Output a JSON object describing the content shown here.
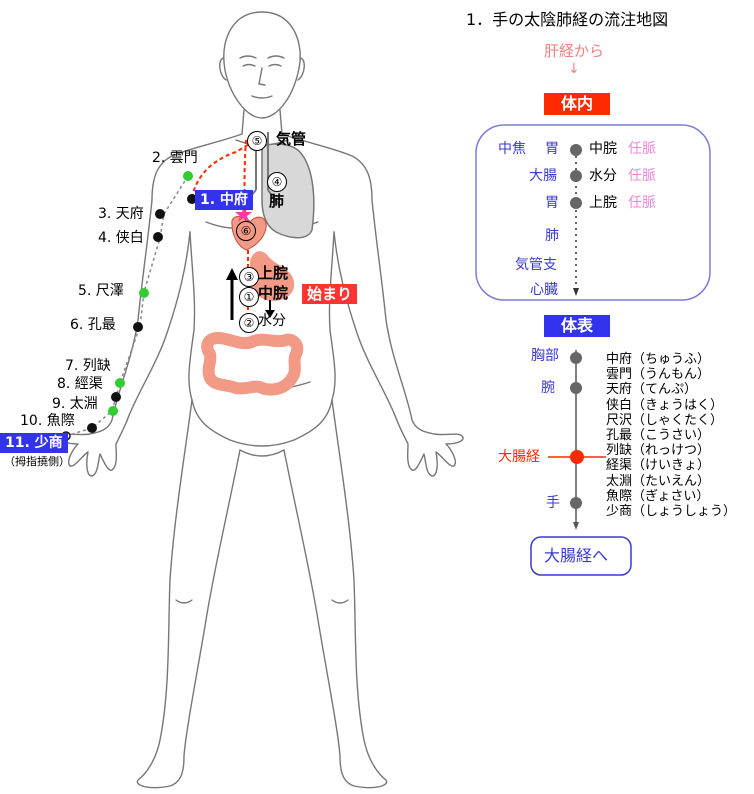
{
  "title": "1．手の太陰肺経の流注地図",
  "from_label": "肝経から",
  "arrow": "↓",
  "internal_header": "体内",
  "surface_header": "体表",
  "internal_rows": [
    {
      "left": "中焦",
      "right": "中脘",
      "right_tag": "任脈"
    },
    {
      "left": "大腸",
      "right": "水分",
      "right_tag": "任脈"
    },
    {
      "left": "胃",
      "right": "上脘",
      "right_tag": "任脈"
    },
    {
      "left": "肺",
      "right": "",
      "right_tag": ""
    },
    {
      "left": "気管支",
      "right": "",
      "right_tag": ""
    },
    {
      "left": "心臓",
      "right": "",
      "right_tag": ""
    }
  ],
  "internal_first_left2": "胃",
  "surface_left": {
    "chest": "胸部",
    "elbow": "腕",
    "li": "大腸経",
    "hand": "手"
  },
  "points_list": [
    "中府（ちゅうふ）",
    "雲門（うんもん）",
    "天府（てんぷ）",
    "侠白（きょうはく）",
    "尺沢（しゃくたく）",
    "孔最（こうさい）",
    "列缺（れっけつ）",
    "経渠（けいきょ）",
    "太淵（たいえん）",
    "魚際（ぎょさい）",
    "少商（しょうしょう）"
  ],
  "to_label": "大腸経へ",
  "body": {
    "p1": "1. 中府",
    "p2": "2. 雲門",
    "p3": "3. 天府",
    "p4": "4. 侠白",
    "p5": "5. 尺澤",
    "p6": "6. 孔最",
    "p7": "7. 列缺",
    "p8": "8. 經渠",
    "p9": "9. 太淵",
    "p10": "10. 魚際",
    "p11": "11. 少商",
    "p11_note": "（拇指撓側）",
    "n1": "①",
    "n2": "②",
    "n3": "③",
    "n4": "④",
    "n5": "⑤",
    "n6": "⑥",
    "kikan": "気管",
    "hai": "肺",
    "jokan": "上脘",
    "chukan": "中脘",
    "suibun": "水分",
    "hajimari": "始まり"
  },
  "colors": {
    "red": "#ff2a00",
    "blue_box": "#3333ee",
    "blue_text": "#3a3ad0",
    "pink_text": "#e88ad8",
    "organ": "#f29a86",
    "green": "#33cc33"
  }
}
